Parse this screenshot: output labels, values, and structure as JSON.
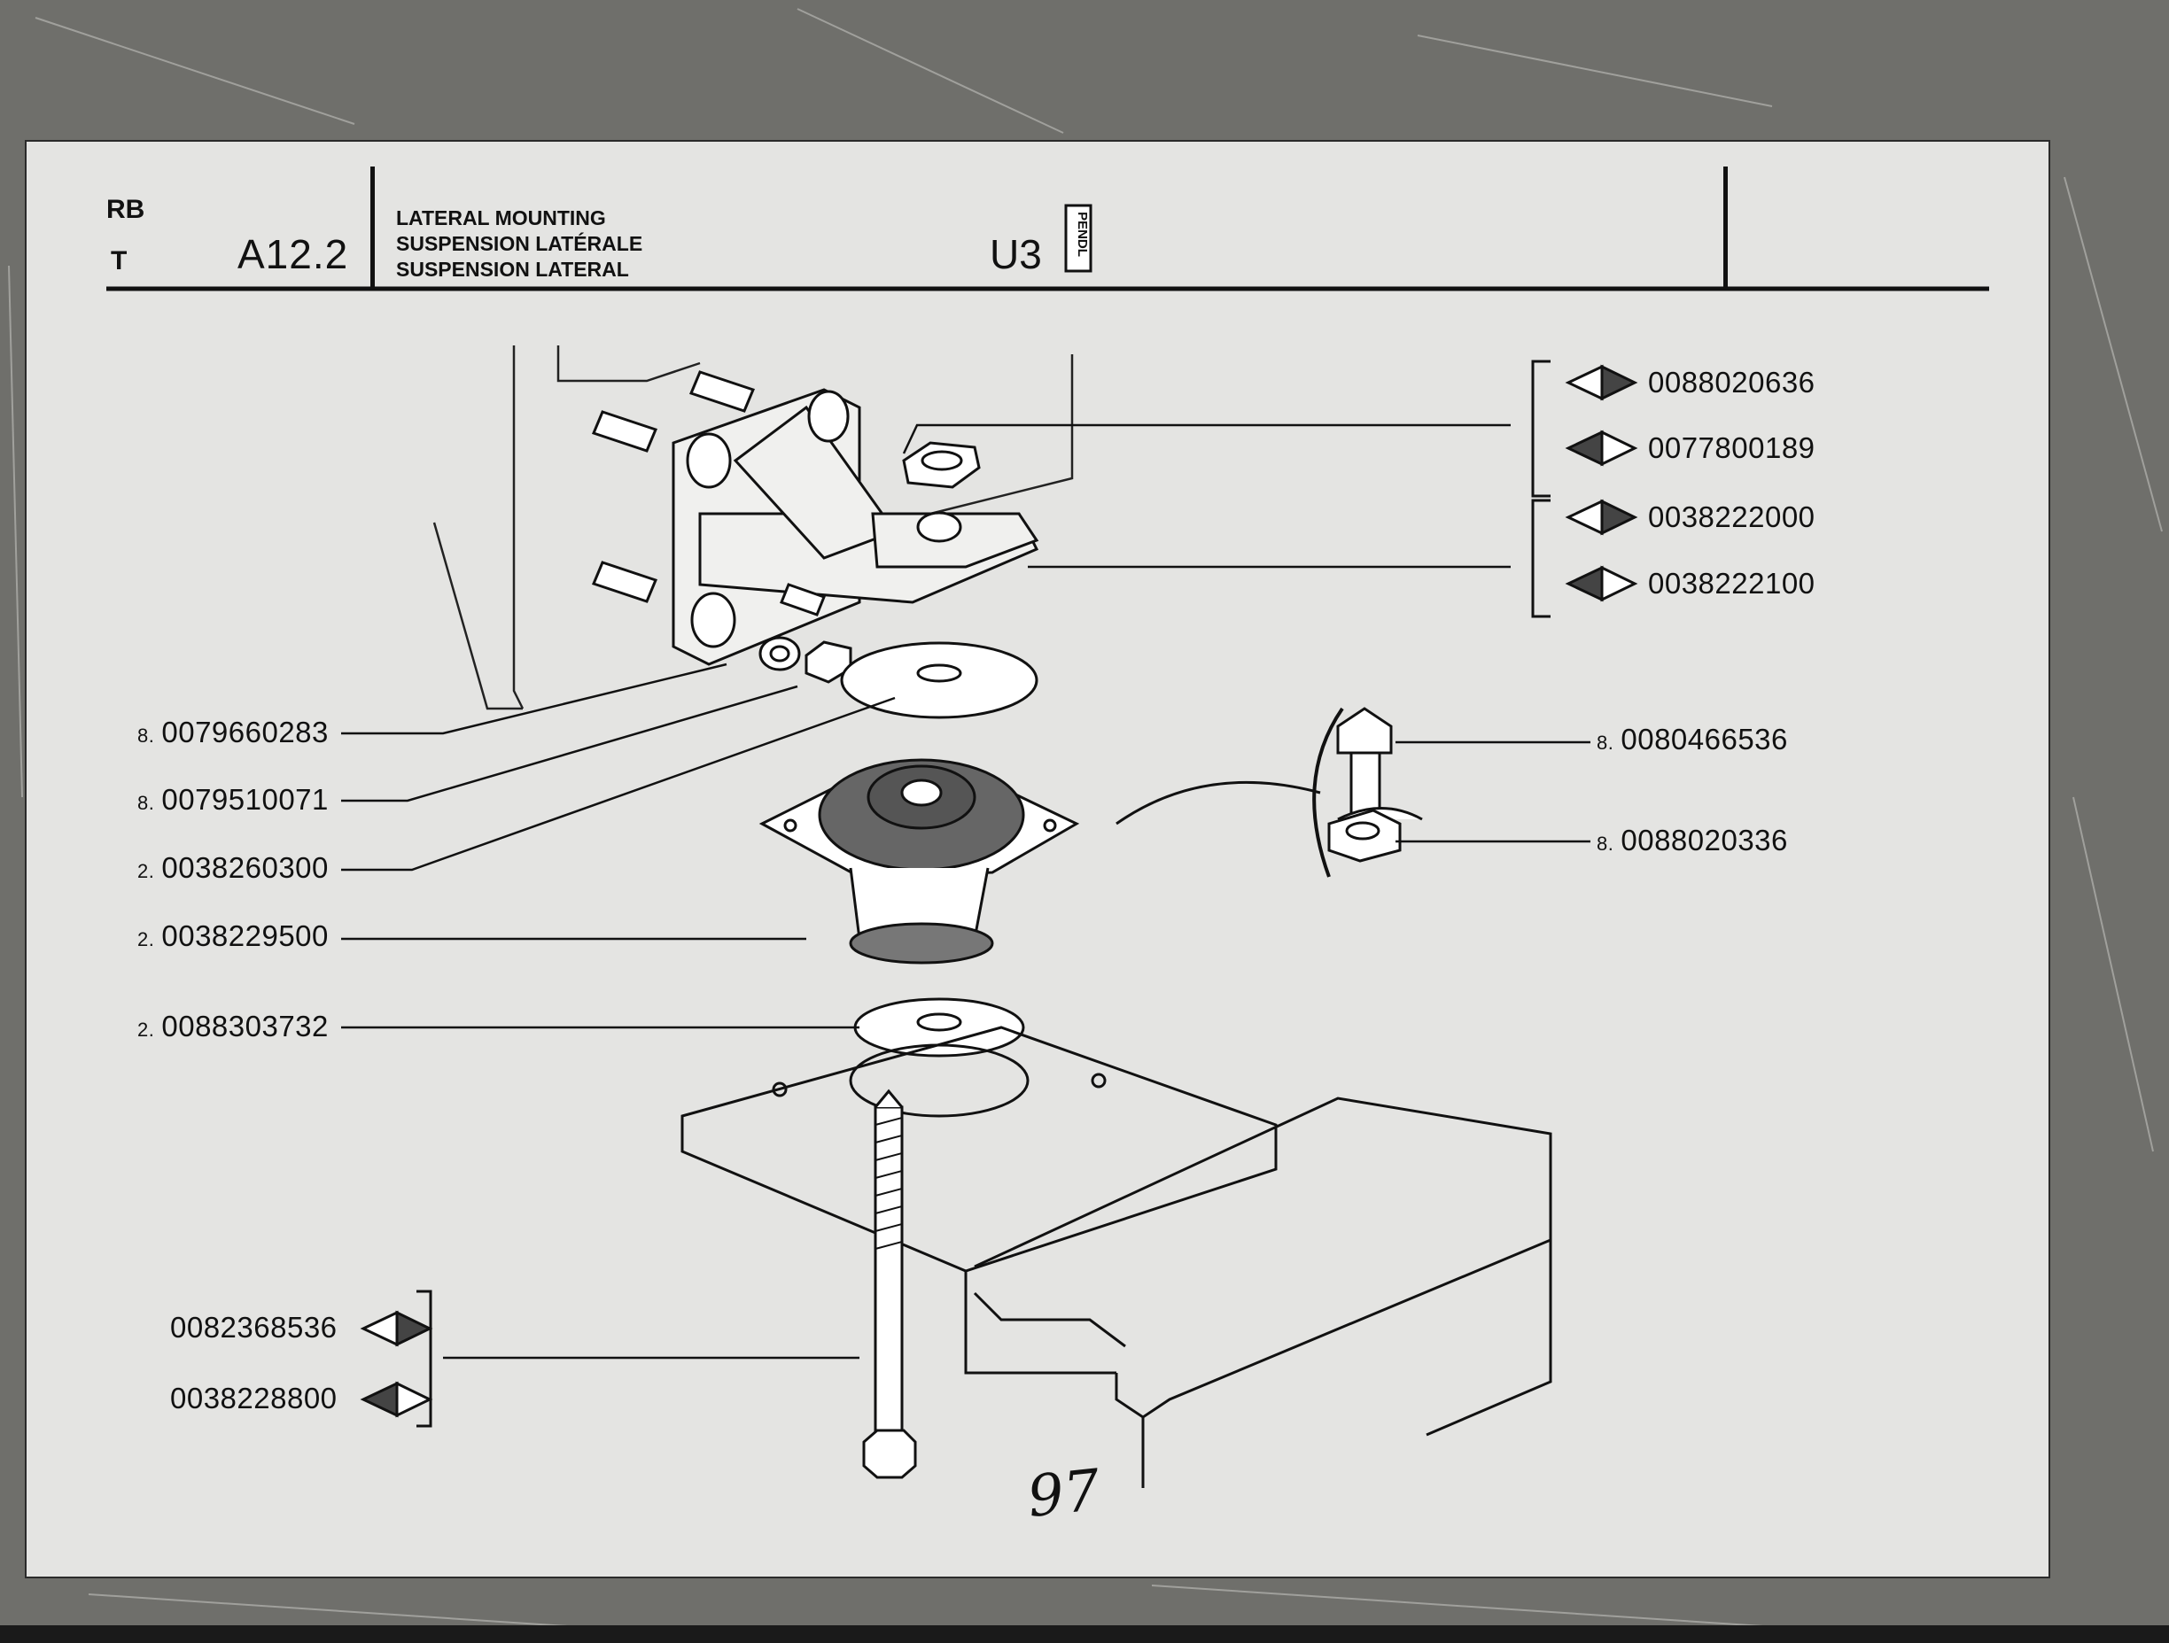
{
  "header": {
    "code_top": "RB",
    "code_bottom": "T",
    "section": "A12.2",
    "title_lines": [
      "LATERAL MOUNTING",
      "SUSPENSION LATÉRALE",
      "SUSPENSION LATERAL"
    ],
    "unit": "U3",
    "stamp": "PENDL"
  },
  "callouts_right": [
    {
      "part_no": "0088020636",
      "icon": "diamond-right-filled"
    },
    {
      "part_no": "0077800189",
      "icon": "diamond-left-filled"
    },
    {
      "part_no": "0038222000",
      "icon": "diamond-right-filled"
    },
    {
      "part_no": "0038222100",
      "icon": "diamond-left-filled"
    }
  ],
  "callouts_left": [
    {
      "qty": "8.",
      "part_no": "0079660283"
    },
    {
      "qty": "8.",
      "part_no": "0079510071"
    },
    {
      "qty": "2.",
      "part_no": "0038260300"
    },
    {
      "qty": "2.",
      "part_no": "0038229500"
    },
    {
      "qty": "2.",
      "part_no": "0088303732"
    }
  ],
  "callouts_bolt": [
    {
      "qty": "8.",
      "part_no": "0080466536"
    },
    {
      "qty": "8.",
      "part_no": "0088020336"
    }
  ],
  "callouts_bottom": [
    {
      "part_no": "0082368536",
      "icon": "diamond-right-filled"
    },
    {
      "part_no": "0038228800",
      "icon": "diamond-left-filled"
    }
  ],
  "page_number": "97",
  "colors": {
    "paper": "#e4e4e2",
    "ink": "#111111",
    "background": "#6f6f6b"
  }
}
